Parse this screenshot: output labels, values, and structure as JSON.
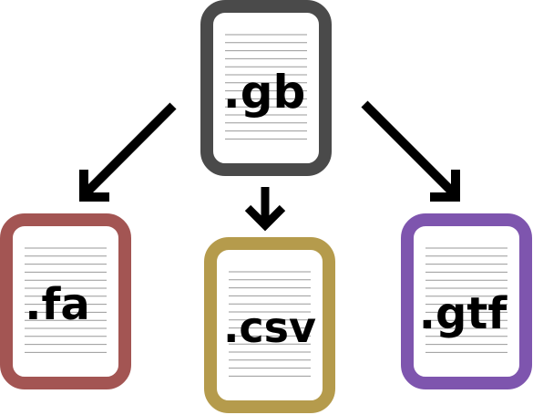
{
  "files": {
    "gb": {
      "label": ".gb",
      "color": "#4a4a4a"
    },
    "fa": {
      "label": ".fa",
      "color": "#a35553"
    },
    "csv": {
      "label": ".csv",
      "color": "#b59b4c"
    },
    "gtf": {
      "label": ".gtf",
      "color": "#7e55ae"
    }
  },
  "style": {
    "arrow_color": "#000000",
    "line_color": "#999999"
  }
}
